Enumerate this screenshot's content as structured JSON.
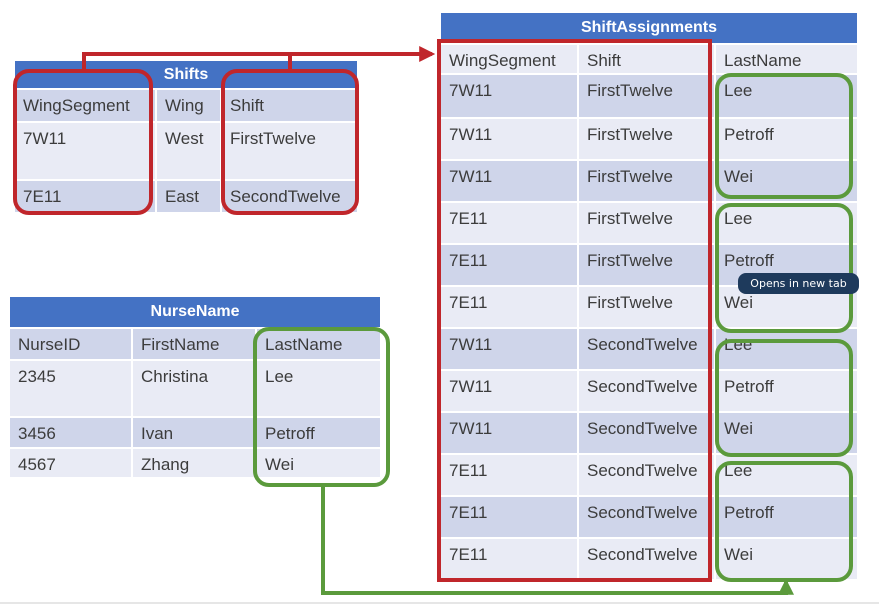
{
  "shifts": {
    "title": "Shifts",
    "columns": [
      "WingSegment",
      "Wing",
      "Shift"
    ],
    "rows": [
      [
        "7W11",
        "West",
        "FirstTwelve"
      ],
      [
        "7E11",
        "East",
        "SecondTwelve"
      ]
    ]
  },
  "nurse_name": {
    "title": "NurseName",
    "columns": [
      "NurseID",
      "FirstName",
      "LastName"
    ],
    "rows": [
      [
        "2345",
        "Christina",
        "Lee"
      ],
      [
        "3456",
        "Ivan",
        "Petroff"
      ],
      [
        "4567",
        "Zhang",
        "Wei"
      ]
    ]
  },
  "shift_assignments": {
    "title": "ShiftAssignments",
    "columns": [
      "WingSegment",
      "Shift",
      "LastName"
    ],
    "rows": [
      [
        "7W11",
        "FirstTwelve",
        "Lee"
      ],
      [
        "7W11",
        "FirstTwelve",
        "Petroff"
      ],
      [
        "7W11",
        "FirstTwelve",
        "Wei"
      ],
      [
        "7E11",
        "FirstTwelve",
        "Lee"
      ],
      [
        "7E11",
        "FirstTwelve",
        "Petroff"
      ],
      [
        "7E11",
        "FirstTwelve",
        "Wei"
      ],
      [
        "7W11",
        "SecondTwelve",
        "Lee"
      ],
      [
        "7W11",
        "SecondTwelve",
        "Petroff"
      ],
      [
        "7W11",
        "SecondTwelve",
        "Wei"
      ],
      [
        "7E11",
        "SecondTwelve",
        "Lee"
      ],
      [
        "7E11",
        "SecondTwelve",
        "Petroff"
      ],
      [
        "7E11",
        "SecondTwelve",
        "Wei"
      ]
    ]
  },
  "tooltip": {
    "text": "Opens in new tab"
  },
  "colors": {
    "header_blue": "#4472c4",
    "row_dark": "#cfd5ea",
    "row_light": "#e9ebf5",
    "highlight_red": "#c0262b",
    "highlight_green": "#5b9a3c",
    "tooltip_bg": "#1e3a5c"
  }
}
